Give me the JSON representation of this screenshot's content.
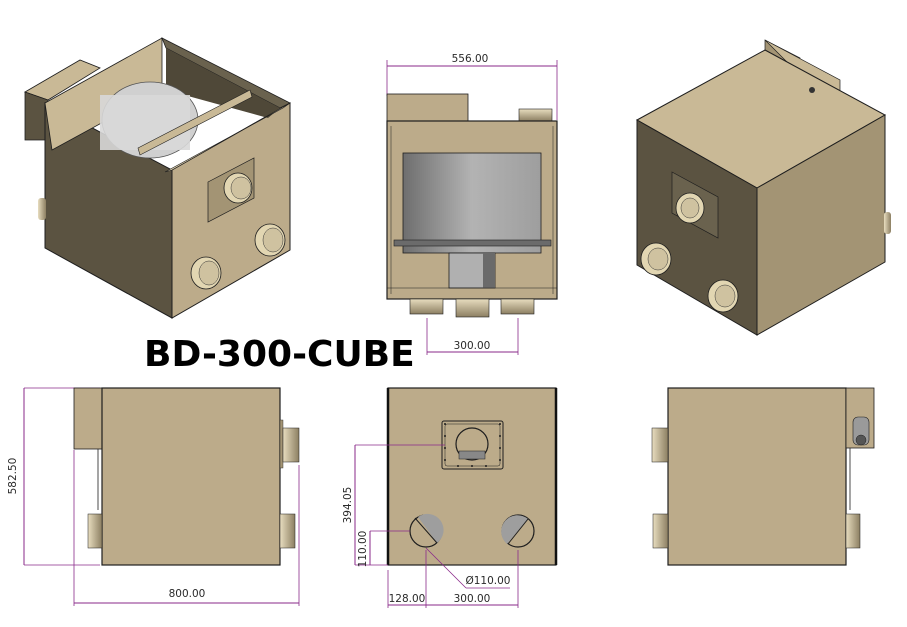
{
  "drawing": {
    "title": "BD-300-CUBE",
    "colors": {
      "body": "#bcab8a",
      "body_dark": "#5b5341",
      "body_mid": "#a39474",
      "body_light": "#c9b996",
      "pipe": "#e2d6b2",
      "drum": "#c8c8c8",
      "dimension_line": "#8a2a8a",
      "outline": "#1e1e1e"
    },
    "views": [
      {
        "name": "isometric-open-top",
        "position": "top-left"
      },
      {
        "name": "front-section",
        "position": "top-center"
      },
      {
        "name": "isometric-closed",
        "position": "top-right"
      },
      {
        "name": "side-left",
        "position": "bottom-left"
      },
      {
        "name": "front",
        "position": "bottom-center"
      },
      {
        "name": "side-right",
        "position": "bottom-right"
      }
    ],
    "dimensions": {
      "top_width": "556.00",
      "outlet_spacing_top": "300.00",
      "height": "582.50",
      "length": "800.00",
      "inlet_height": "394.05",
      "outlet_height": "110.00",
      "outlet_offset": "128.00",
      "outlet_spacing": "300.00",
      "outlet_diameter": "Ø110.00"
    }
  }
}
